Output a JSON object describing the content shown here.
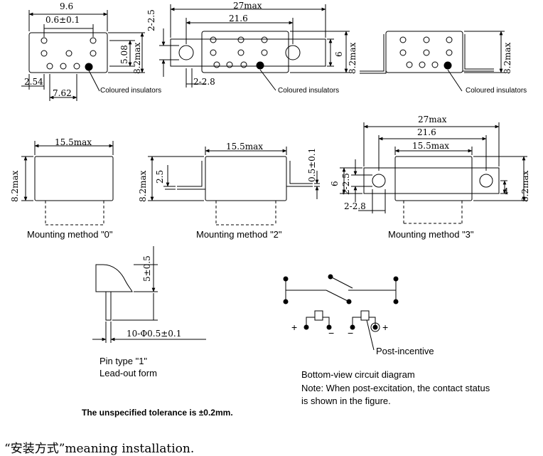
{
  "callouts": {
    "insulator_left": "Coloured insulators",
    "insulator_middle": "Coloured insulators",
    "insulator_right": "Coloured insulators",
    "post_incentive": "Post-incentive"
  },
  "dimensions": {
    "top_left_width": "9.6",
    "top_left_pin": "0.6±0.1",
    "top_left_height": "2-2.5",
    "top_left_row": "5.08",
    "top_left_total": "8.2max",
    "top_left_edge": "2.54",
    "top_left_span": "7.62",
    "top_mid_overall": "27max",
    "top_mid_holes": "21.6",
    "top_mid_slot": "2-2.8",
    "top_mid_flange": "6",
    "top_mid_total": "8.2max",
    "top_right_total": "8.2max",
    "m0_width": "15.5max",
    "m0_height": "8.2max",
    "m2_width": "15.5max",
    "m2_height": "8.2max",
    "m2_flange": "2.5",
    "m2_thickness": "0.5±0.1",
    "m3_overall": "27max",
    "m3_holes": "21.6",
    "m3_body": "15.5max",
    "m3_flange": "6",
    "m3_hole_offset": "2-2.5",
    "m3_slot": "2-2.8",
    "m3_edge": "4",
    "m3_height": "8.2max",
    "pin_length": "5±0.5",
    "pin_diameter": "10-Φ0.5±0.1"
  },
  "captions": {
    "method_0": "Mounting method \"0\"",
    "method_2": "Mounting method \"2\"",
    "method_3": "Mounting method \"3\"",
    "pin_type": "Pin type \"1\"",
    "lead_out": "Lead-out form",
    "circuit_title": "Bottom-view circuit diagram",
    "circuit_note_1": "Note: When post-excitation, the contact status",
    "circuit_note_2": " is shown in the figure."
  },
  "circuit_marks": {
    "plus_left": "+",
    "minus_left": "−",
    "minus_right": "−",
    "plus_right": "+"
  },
  "tolerance_note": "The unspecified tolerance is ±0.2mm.",
  "footer_text": "“安装方式”meaning installation."
}
